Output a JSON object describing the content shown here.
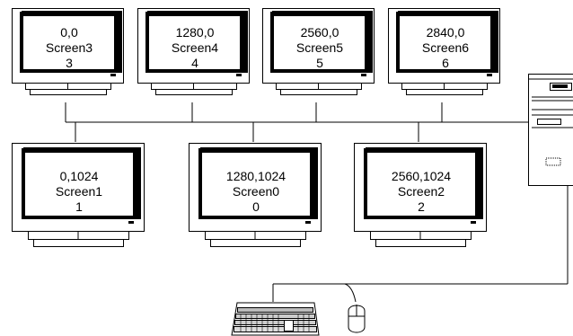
{
  "monitors": [
    {
      "coords": "0,0",
      "name": "Screen3",
      "index": "3"
    },
    {
      "coords": "1280,0",
      "name": "Screen4",
      "index": "4"
    },
    {
      "coords": "2560,0",
      "name": "Screen5",
      "index": "5"
    },
    {
      "coords": "2840,0",
      "name": "Screen6",
      "index": "6"
    },
    {
      "coords": "0,1024",
      "name": "Screen1",
      "index": "1"
    },
    {
      "coords": "1280,1024",
      "name": "Screen0",
      "index": "0"
    },
    {
      "coords": "2560,1024",
      "name": "Screen2",
      "index": "2"
    }
  ],
  "icons": {
    "computer": "desktop-tower-icon",
    "keyboard": "keyboard-icon",
    "mouse": "mouse-icon"
  }
}
